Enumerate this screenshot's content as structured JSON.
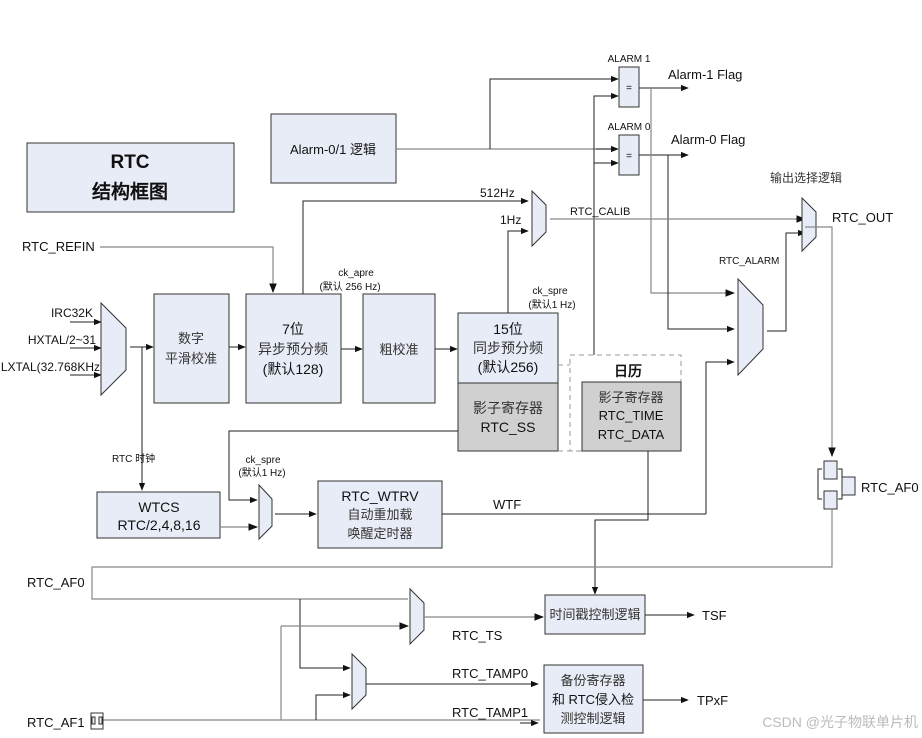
{
  "title": {
    "line1": "RTC",
    "line2": "结构框图"
  },
  "blocks": {
    "alarm_logic": "Alarm-0/1 逻辑",
    "digital_smooth": {
      "line1": "数字",
      "line2": "平滑校准"
    },
    "async_prescaler": {
      "line1": "7位",
      "line2": "异步预分频",
      "line3": "(默认128)"
    },
    "coarse_cal": "粗校准",
    "sync_prescaler": {
      "line1": "15位",
      "line2": "同步预分频",
      "line3": "(默认256)"
    },
    "shadow_ss": {
      "line1": "影子寄存器",
      "line2": "RTC_SS"
    },
    "calendar": {
      "title": "日历",
      "line1": "影子寄存器",
      "line2": "RTC_TIME",
      "line3": "RTC_DATA"
    },
    "wtcs": {
      "line1": "WTCS",
      "line2": "RTC/2,4,8,16"
    },
    "wtrv": {
      "line1": "RTC_WTRV",
      "line2": "自动重加载",
      "line3": "唤醒定时器"
    },
    "timestamp": "时间戳控制逻辑",
    "backup": {
      "line1": "备份寄存器",
      "line2": "和 RTC侵入检",
      "line3": "测控制逻辑"
    }
  },
  "comparators": {
    "alarm1": {
      "label": "ALARM 1",
      "symbol": "=",
      "output": "Alarm-1 Flag"
    },
    "alarm0": {
      "label": "ALARM 0",
      "symbol": "=",
      "output": "Alarm-0 Flag"
    }
  },
  "signals": {
    "rtc_refin": "RTC_REFIN",
    "irc32k": "IRC32K",
    "hxtal": "HXTAL/2~31",
    "lxtal": "LXTAL(32.768KHz)",
    "ck_apre": {
      "name": "ck_apre",
      "default": "(默认 256 Hz)"
    },
    "ck_spre": {
      "name": "ck_spre",
      "default": "(默认1 Hz)"
    },
    "ck_spre2": {
      "name": "ck_spre",
      "default": "(默认1 Hz)"
    },
    "hz512": "512Hz",
    "hz1": "1Hz",
    "rtc_calib": "RTC_CALIB",
    "rtc_alarm": "RTC_ALARM",
    "output_select": "输出选择逻辑",
    "rtc_out": "RTC_OUT",
    "rtc_clock": "RTC 时钟",
    "wtf": "WTF",
    "rtc_af0_right": "RTC_AF0",
    "rtc_af0_left": "RTC_AF0",
    "rtc_af1": "RTC_AF1",
    "rtc_ts": "RTC_TS",
    "tsf": "TSF",
    "rtc_tamp0": "RTC_TAMP0",
    "rtc_tamp1": "RTC_TAMP1",
    "tpxf": "TPxF"
  },
  "watermark": "CSDN @光子物联单片机"
}
